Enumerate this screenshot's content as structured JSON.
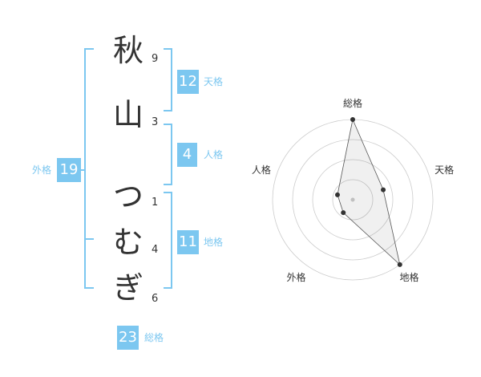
{
  "name": {
    "characters": [
      {
        "char": "秋",
        "strokes": "9"
      },
      {
        "char": "山",
        "strokes": "3"
      },
      {
        "char": "つ",
        "strokes": "1"
      },
      {
        "char": "む",
        "strokes": "4"
      },
      {
        "char": "ぎ",
        "strokes": "6"
      }
    ]
  },
  "fortunes": {
    "tenkaku": {
      "value": "12",
      "label": "天格"
    },
    "jinkaku": {
      "value": "4",
      "label": "人格"
    },
    "chikaku": {
      "value": "11",
      "label": "地格"
    },
    "gaikaku": {
      "value": "19",
      "label": "外格"
    },
    "soukaku": {
      "value": "23",
      "label": "総格"
    }
  },
  "chart_data": {
    "type": "radar",
    "axes": [
      "総格",
      "天格",
      "地格",
      "外格",
      "人格"
    ],
    "values": [
      5,
      2,
      5,
      1,
      1
    ],
    "rmax": 5,
    "rings": 4
  },
  "colors": {
    "accent": "#7cc7f0",
    "text": "#333333",
    "grid": "#cccccc"
  }
}
